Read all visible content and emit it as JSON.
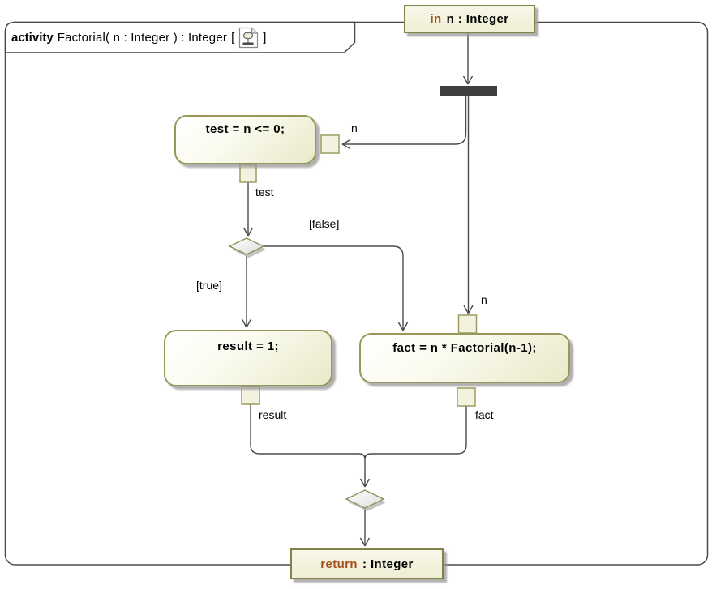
{
  "diagram": {
    "type_keyword": "activity",
    "title": "Factorial( n : Integer ) : Integer",
    "open_bracket": "[",
    "close_bracket": "]",
    "icon": "activity-diagram-icon"
  },
  "nodes": {
    "input_parameter": {
      "keyword": "in",
      "name": "n : Integer"
    },
    "test_action": "test = n <= 0;",
    "result_action": "result = 1;",
    "fact_action": "fact = n * Factorial(n-1);",
    "return_parameter": {
      "keyword": "return",
      "name": ": Integer"
    }
  },
  "edge_labels": {
    "n_into_test": "n",
    "n_into_fact": "n",
    "test_output": "test",
    "guard_true": "[true]",
    "guard_false": "[false]",
    "result_output": "result",
    "fact_output": "fact"
  },
  "colors": {
    "node_border": "#97975A",
    "node_fill_dark": "#E9E9C9",
    "keyword_text": "#A3511E",
    "edge": "#4A4A4A",
    "fork_bar": "#3E3E3E",
    "shadow": "#B9B9B9"
  }
}
